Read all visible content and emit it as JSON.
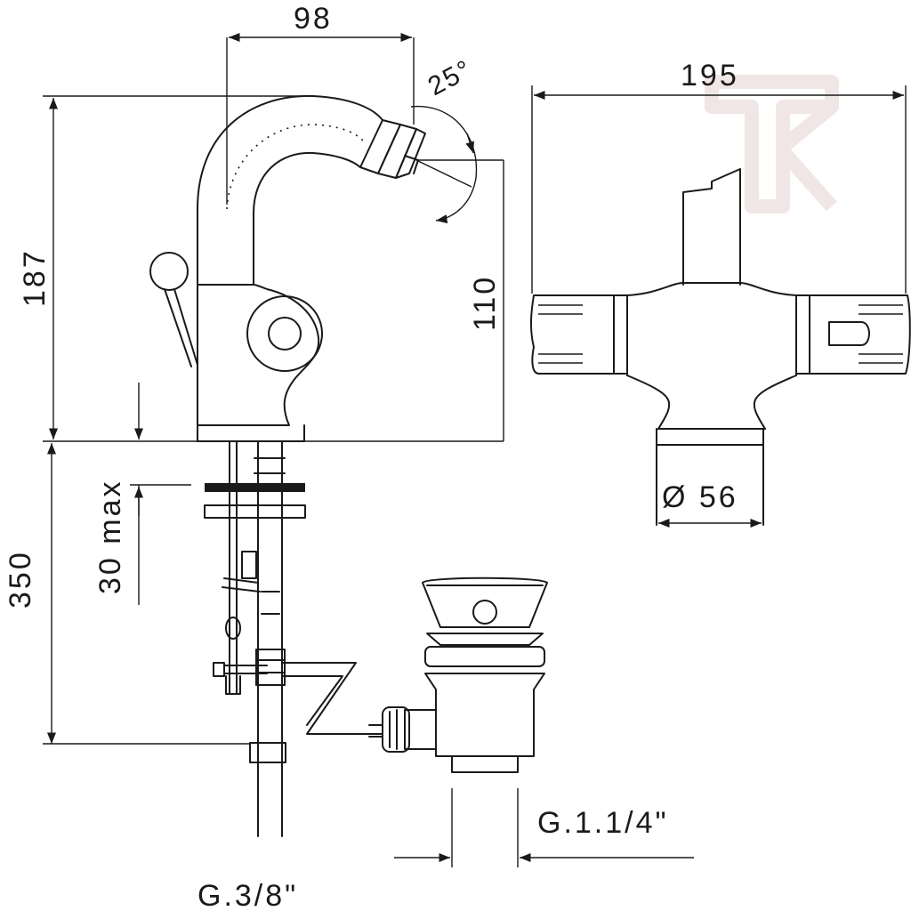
{
  "dimensions": {
    "spout_reach": "98",
    "swivel_angle": "25°",
    "total_width": "195",
    "total_height": "187",
    "spout_height": "110",
    "max_deck_thickness": "30 max",
    "supply_length": "350",
    "base_diameter": "Ø 56",
    "waste_thread": "G.1.1/4\"",
    "supply_thread": "G.3/8\""
  }
}
